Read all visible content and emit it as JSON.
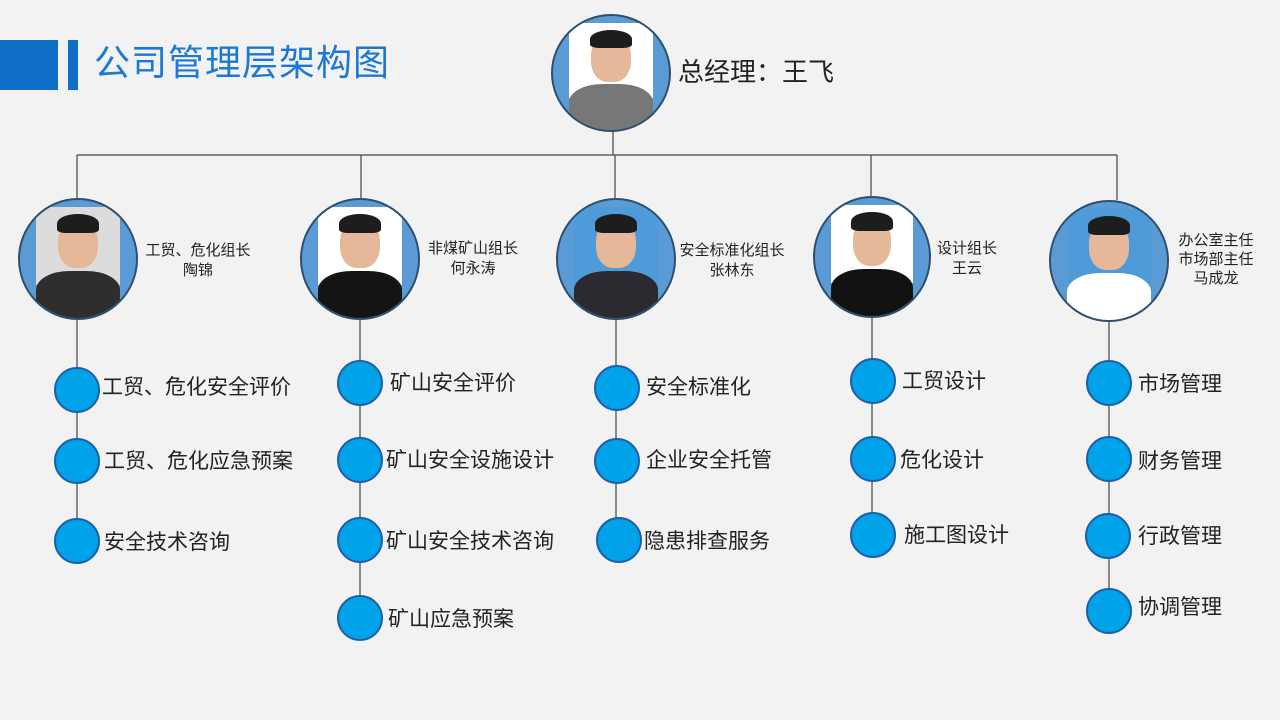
{
  "title": "公司管理层架构图",
  "general_manager": {
    "label": "总经理：王飞",
    "icon": "person-photo-icon"
  },
  "departments": [
    {
      "role": "工贸、危化组长",
      "name": "陶锦",
      "tasks": [
        "工贸、危化安全评价",
        "工贸、危化应急预案",
        "安全技术咨询"
      ]
    },
    {
      "role": "非煤矿山组长",
      "name": "何永涛",
      "tasks": [
        "矿山安全评价",
        "矿山安全设施设计",
        "矿山安全技术咨询",
        "矿山应急预案"
      ]
    },
    {
      "role": "安全标准化组长",
      "name": "张林东",
      "tasks": [
        "安全标准化",
        "企业安全托管",
        "隐患排查服务"
      ]
    },
    {
      "role": "设计组长",
      "name": "王云",
      "tasks": [
        "工贸设计",
        "危化设计",
        "施工图设计"
      ]
    },
    {
      "role": "办公室主任",
      "role2": "市场部主任",
      "name": "马成龙",
      "tasks": [
        "市场管理",
        "财务管理",
        "行政管理",
        "协调管理"
      ]
    }
  ],
  "colors": {
    "title": "#1c78d2",
    "avatar_fill": "#5b9bd5",
    "node_fill": "#00a3ea",
    "node_border": "#1f5fa8"
  }
}
